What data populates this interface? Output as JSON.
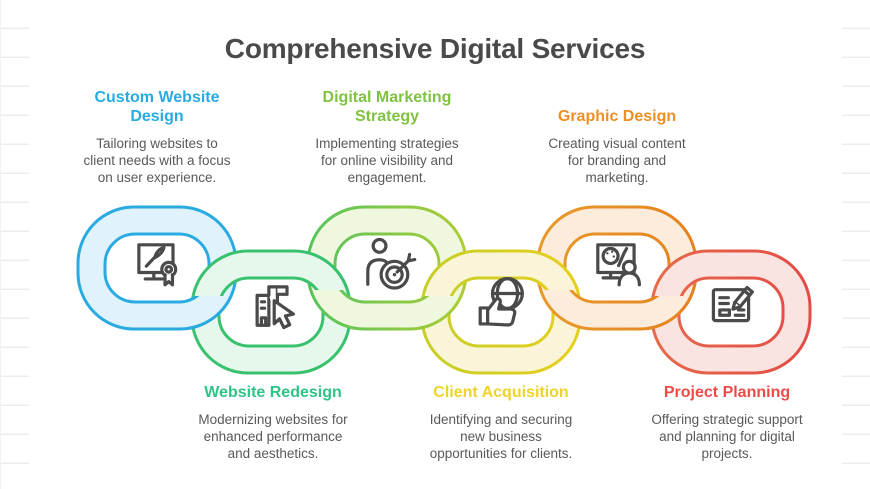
{
  "page": {
    "title": "Comprehensive Digital Services",
    "title_color": "#4a4a4a",
    "background": "#ffffff",
    "ruled_line_color": "#ececec",
    "icon_stroke_color": "#4a4a4a"
  },
  "services": [
    {
      "title": "Custom Website\nDesign",
      "description": "Tailoring websites to\nclient needs with a focus\non user experience.",
      "title_color": "#29abe2",
      "link_color": "#29abe2",
      "link_color_from": "#29abe2",
      "link_tint": "#e0f2fb",
      "icon": "monitor-paintbrush-award-icon",
      "row": "top"
    },
    {
      "title": "Website Redesign",
      "description": "Modernizing websites for\nenhanced performance\nand aesthetics.",
      "title_color": "#2ec487",
      "link_color": "#38c26d",
      "link_color_from": "#38c26d",
      "link_tint": "#e6f8ec",
      "icon": "building-cursor-icon",
      "row": "bottom"
    },
    {
      "title": "Digital Marketing\nStrategy",
      "description": "Implementing strategies\nfor online visibility and\nengagement.",
      "title_color": "#80c342",
      "link_color": "#aecc33",
      "link_color_from": "#54c45e",
      "link_tint": "#f0f7df",
      "icon": "person-target-icon",
      "row": "top"
    },
    {
      "title": "Client Acquisition",
      "description": "Identifying and securing\nnew business\nopportunities for clients.",
      "title_color": "#eed32a",
      "link_color": "#e6cf1b",
      "link_color_from": "#c6ce28",
      "link_tint": "#faf5d9",
      "icon": "thumbsup-globe-icon",
      "row": "bottom"
    },
    {
      "title": "Graphic Design",
      "description": "Creating visual content\nfor branding and\nmarketing.",
      "title_color": "#ef8e23",
      "link_color": "#e5811f",
      "link_color_from": "#e89a2b",
      "link_tint": "#fbecdb",
      "icon": "monitor-palette-person-icon",
      "row": "top"
    },
    {
      "title": "Project Planning",
      "description": "Offering strategic support\nand planning for digital\nprojects.",
      "title_color": "#ec4b49",
      "link_color": "#e44b47",
      "link_color_from": "#e56a4a",
      "link_tint": "#fae4e2",
      "icon": "document-pencil-icon",
      "row": "bottom"
    }
  ]
}
